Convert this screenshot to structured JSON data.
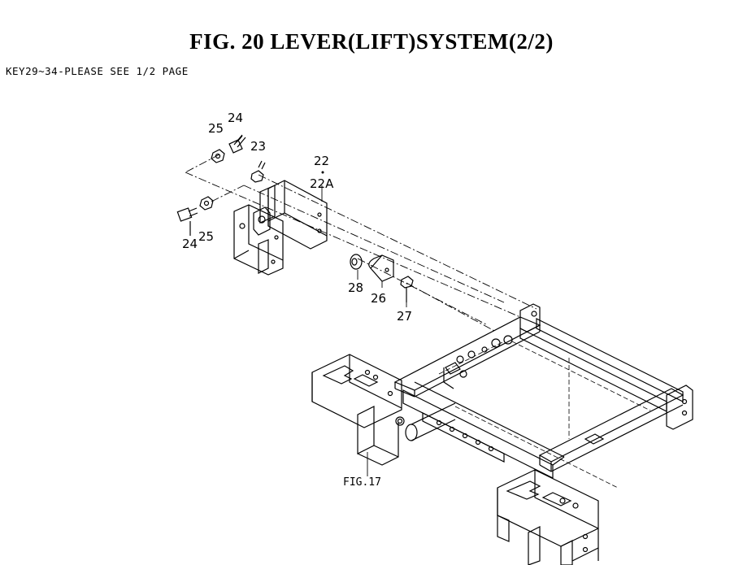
{
  "title": "FIG. 20  LEVER(LIFT)SYSTEM(2/2)",
  "note": "KEY29~34-PLEASE SEE 1/2 PAGE",
  "callouts": {
    "p22": "22",
    "p22a": "22A",
    "p23": "23",
    "p24_top": "24",
    "p25_top": "25",
    "p24_bottom": "24",
    "p25_bottom": "25",
    "p26": "26",
    "p27": "27",
    "p28": "28",
    "fig17": "FIG.17"
  }
}
